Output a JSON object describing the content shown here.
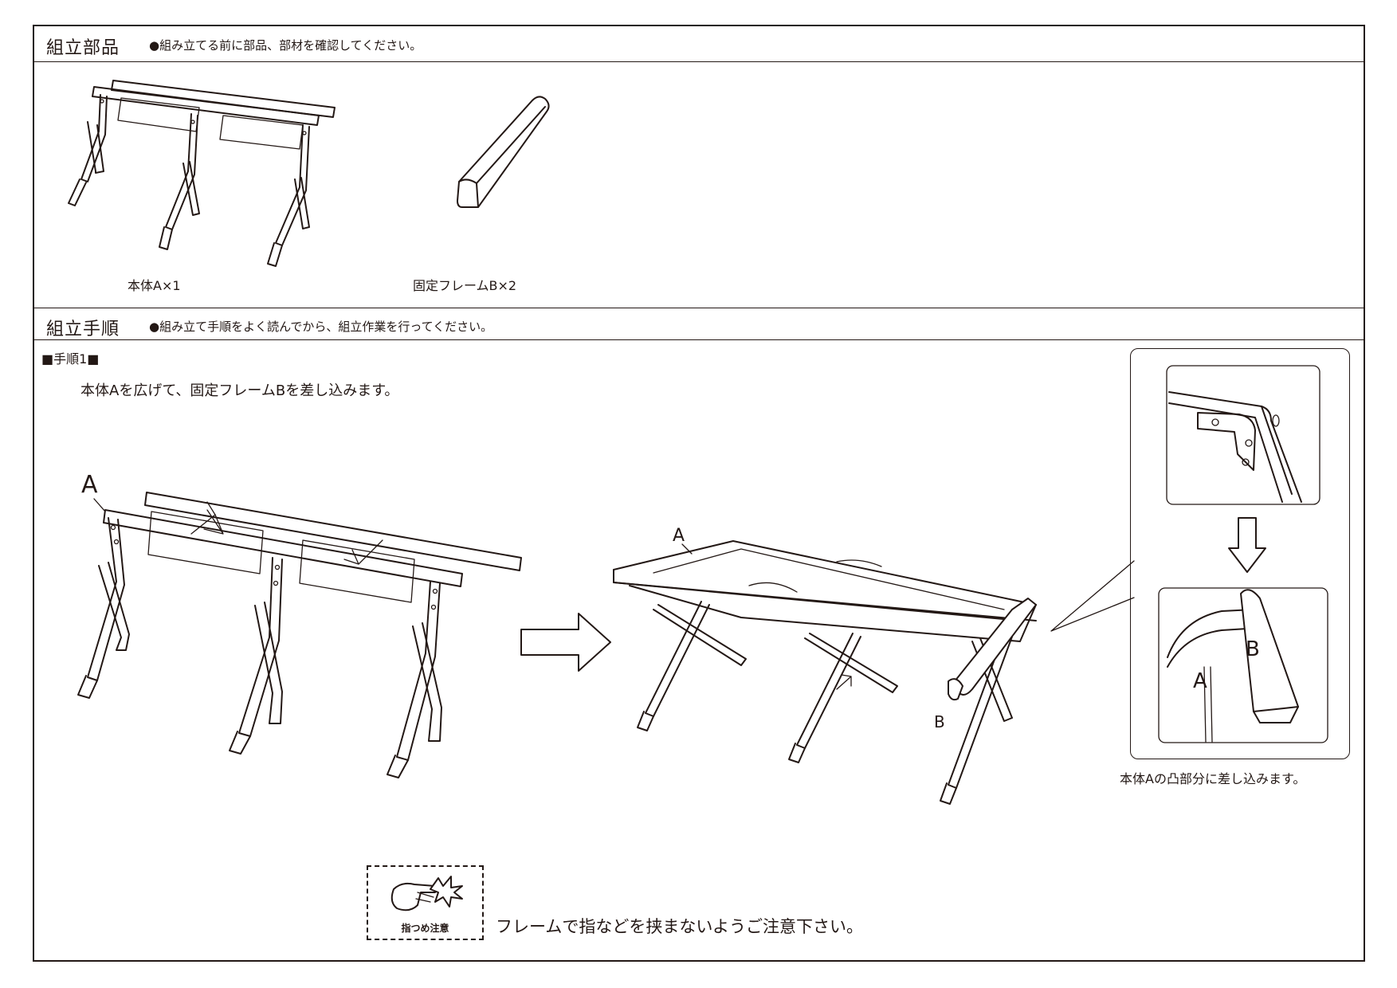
{
  "parts_section": {
    "title": "組立部品",
    "note": "●組み立てる前に部品、部材を確認してください。",
    "parts": [
      {
        "label": "本体A×1"
      },
      {
        "label": "固定フレームB×2"
      }
    ]
  },
  "steps_section": {
    "title": "組立手順",
    "note": "●組み立て手順をよく読んでから、組立作業を行ってください。",
    "step1": {
      "heading": "■手順1■",
      "instruction": "本体Aを広げて、固定フレームBを差し込みます。",
      "label_a_left": "A",
      "label_a_right": "A",
      "label_b_right": "B",
      "detail_label_a": "A",
      "detail_label_b": "B",
      "detail_caption": "本体Aの凸部分に差し込みます。"
    },
    "warning": {
      "icon_label": "指つめ注意",
      "text": "フレームで指などを挟まないようご注意下さい。"
    }
  }
}
